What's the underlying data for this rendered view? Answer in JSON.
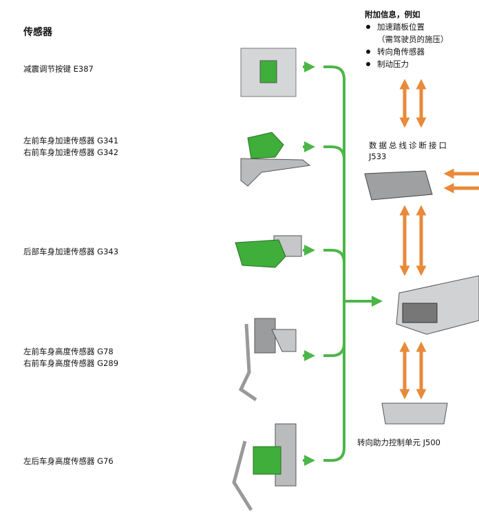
{
  "title": "传感器",
  "sensors": [
    {
      "label": "减震调节按键 E387"
    },
    {
      "label": "左前车身加速传感器 G341",
      "label2": "右前车身加速传感器 G342"
    },
    {
      "label": "后部车身加速传感器 G343"
    },
    {
      "label": "左前车身高度传感器 G78",
      "label2": "右前车身高度传感器 G289"
    },
    {
      "label": "左后车身高度传感器 G76"
    }
  ],
  "info": {
    "heading": "附加信息，例如",
    "items": [
      "加速踏板位置",
      "（需驾驶员的施压）",
      "转向角传感器",
      "制动压力"
    ]
  },
  "diag_interface": {
    "name": "数据总线诊断接口",
    "code": "J533"
  },
  "steering_unit": {
    "label": "转向助力控制单元 J500"
  },
  "colors": {
    "green": "#4cb648",
    "orange": "#e88a3a",
    "component_green": "#3fae3a",
    "component_gray": "#c9cbcd"
  }
}
